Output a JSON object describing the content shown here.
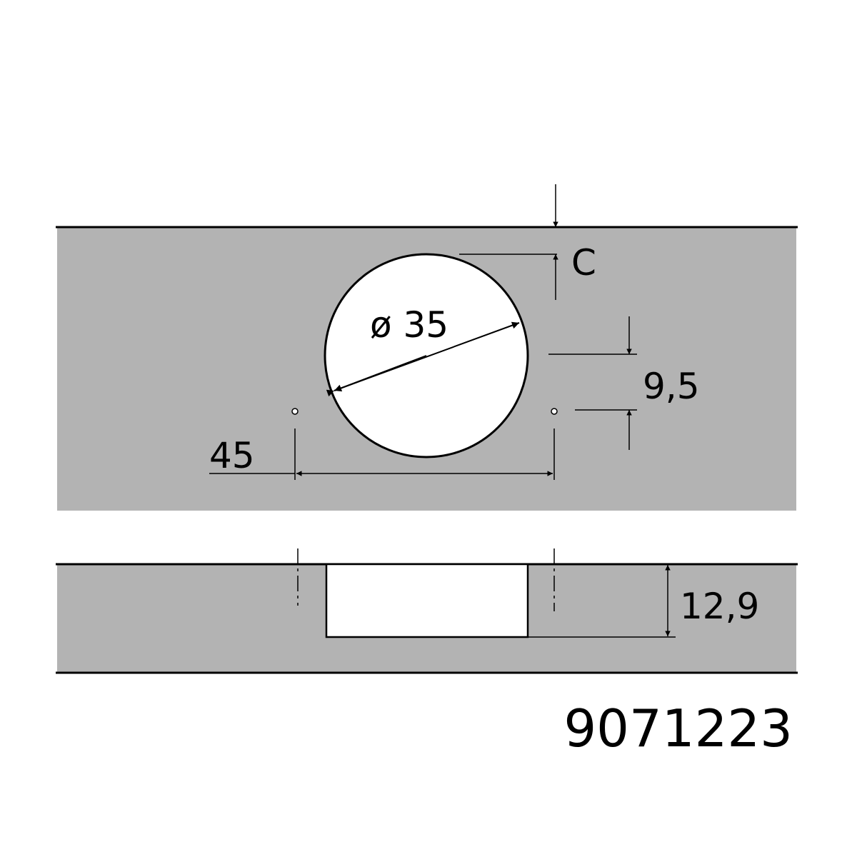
{
  "labels": {
    "c": "C",
    "diameter": "ø 35",
    "offset": "9,5",
    "spacing": "45",
    "depth": "12,9",
    "part_number": "9071223"
  },
  "colors": {
    "panel": "#b3b3b3",
    "line": "#000000",
    "hole": "#ffffff"
  }
}
